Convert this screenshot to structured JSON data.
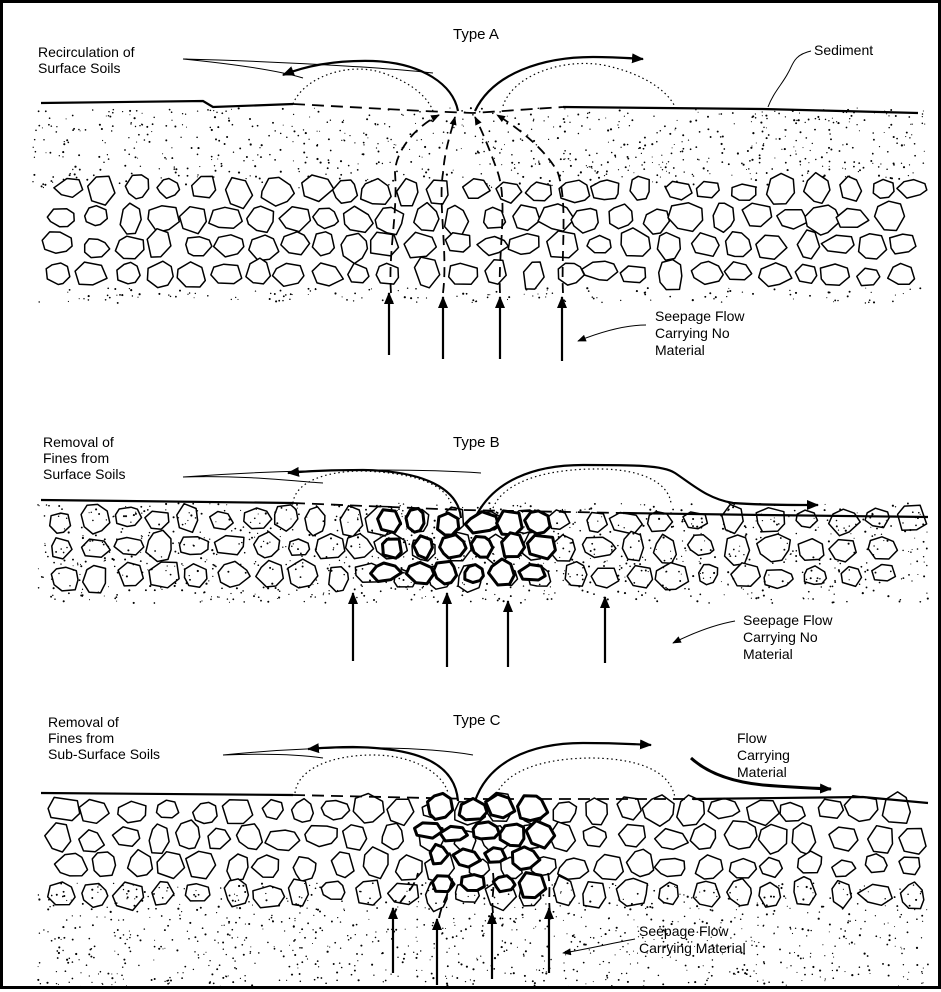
{
  "panels": [
    {
      "title": "Type A",
      "left_label": [
        "Recirculation of",
        "Surface Soils"
      ],
      "right_label": [
        "Sediment"
      ],
      "seepage_label": [
        "Seepage Flow",
        "Carrying No",
        "Material"
      ],
      "flow_label": []
    },
    {
      "title": "Type B",
      "left_label": [
        "Removal of",
        "Fines from",
        "Surface Soils"
      ],
      "right_label": [],
      "seepage_label": [
        "Seepage Flow",
        "Carrying No",
        "Material"
      ],
      "flow_label": []
    },
    {
      "title": "Type C",
      "left_label": [
        "Removal of",
        "Fines from",
        "Sub-Surface Soils"
      ],
      "right_label": [],
      "seepage_label": [
        "Seepage Flow",
        "Carrying Material"
      ],
      "flow_label": [
        "Flow",
        "Carrying",
        "Material"
      ]
    }
  ],
  "colors": {
    "ink": "#000000",
    "background": "#ffffff"
  }
}
